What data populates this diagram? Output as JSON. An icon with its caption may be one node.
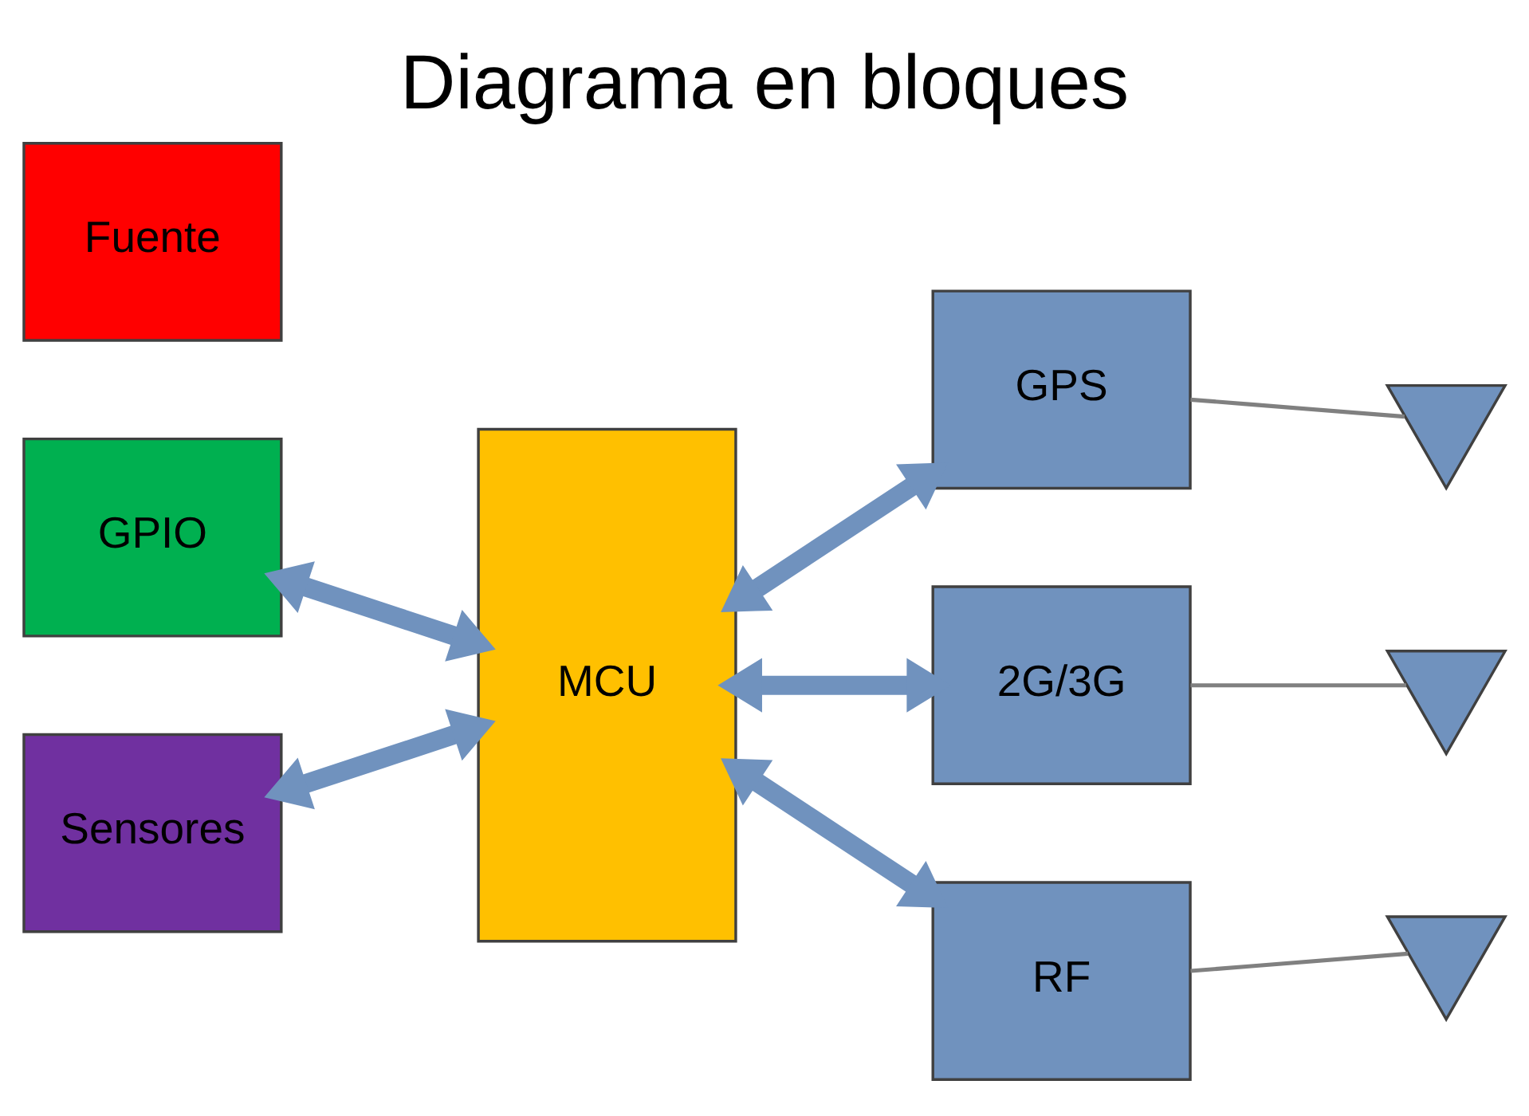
{
  "diagram": {
    "title": "Diagrama en bloques",
    "nodes": [
      {
        "text": [
          "Fuente"
        ]
      },
      {
        "text": [
          "MCU"
        ]
      },
      {
        "text": [
          "GPS"
        ]
      },
      {
        "text": [
          "GPIO"
        ]
      },
      {
        "text": [
          "2G/3G"
        ]
      },
      {
        "text": [
          "Sensores"
        ]
      },
      {
        "text": [
          "RF"
        ]
      },
      {
        "text": [],
        "shape": "triangle"
      },
      {
        "text": [],
        "shape": "triangle"
      },
      {
        "text": [],
        "shape": "triangle"
      }
    ],
    "edges": [
      {
        "from": 1,
        "to": 2,
        "arrow": "both"
      },
      {
        "from": 3,
        "to": 1,
        "arrow": "both"
      },
      {
        "from": 1,
        "to": 4,
        "arrow": "both"
      },
      {
        "from": 1,
        "to": 5,
        "arrow": "both"
      },
      {
        "from": 1,
        "to": 6,
        "arrow": "both"
      },
      {
        "from": 2,
        "to": 7,
        "arrow": "none",
        "color": "#808080"
      },
      {
        "from": 4,
        "to": 8,
        "arrow": "none",
        "color": "#808080"
      },
      {
        "from": 6,
        "to": 9,
        "arrow": "none",
        "color": "#808080"
      }
    ]
  }
}
